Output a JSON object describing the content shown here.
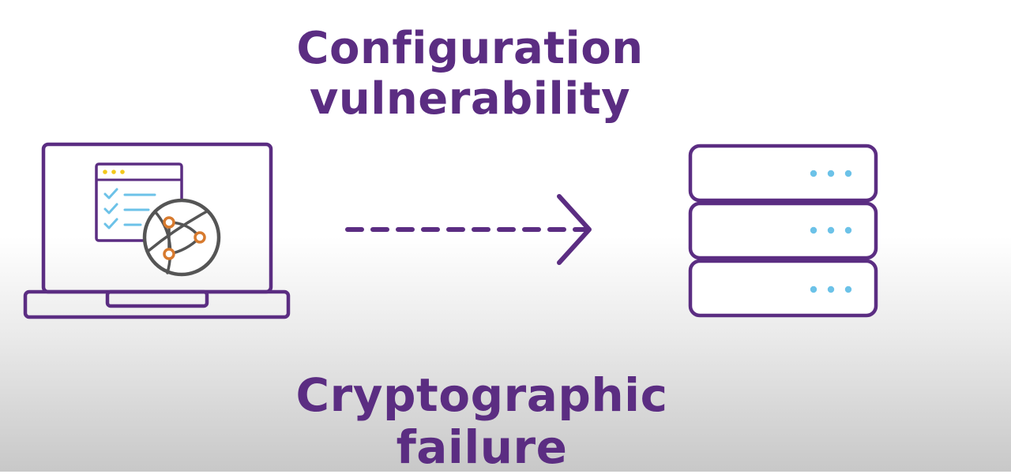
{
  "captions": {
    "top": [
      "Configuration",
      "vulnerability"
    ],
    "bottom": [
      "Cryptographic",
      "failure"
    ]
  },
  "colors": {
    "primary": "#5b2d82",
    "accent_orange": "#d77a2e",
    "accent_blue": "#6cc2e8",
    "accent_yellow": "#f2c81d",
    "globe_gray": "#555555"
  },
  "icons": {
    "left": "laptop-with-browser-and-globe-icon",
    "middle": "dashed-arrow-right-icon",
    "right": "server-stack-icon"
  }
}
